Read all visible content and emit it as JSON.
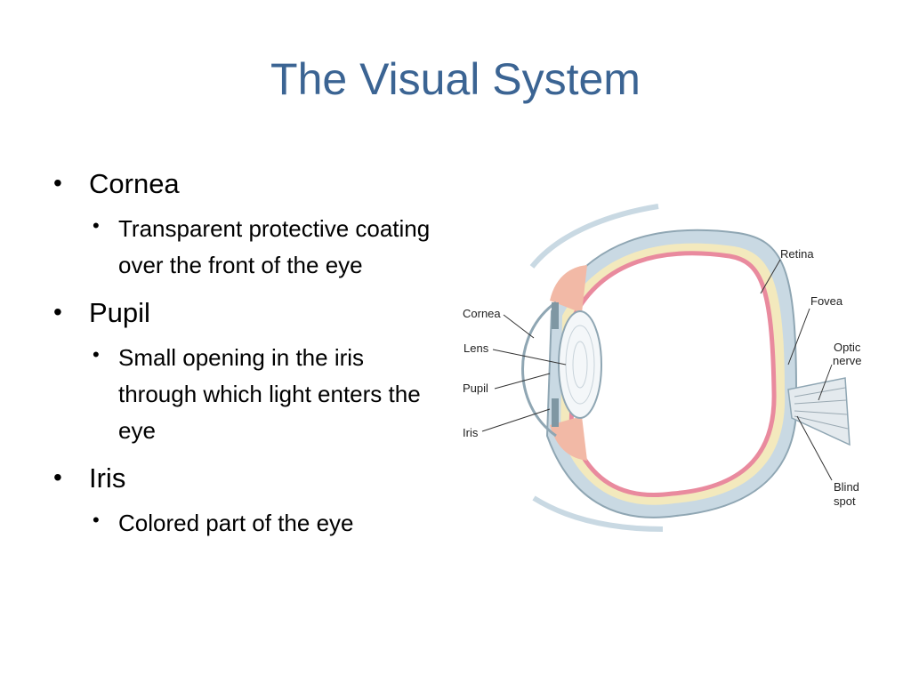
{
  "slide": {
    "title": "The Visual System",
    "bullets": [
      {
        "heading": "Cornea",
        "detail": "Transparent protective coating over the front of the eye"
      },
      {
        "heading": "Pupil",
        "detail": "Small opening in the iris through which light enters the eye"
      },
      {
        "heading": "Iris",
        "detail": "Colored part of the eye"
      }
    ]
  },
  "diagram": {
    "labels": {
      "cornea": "Cornea",
      "lens": "Lens",
      "pupil": "Pupil",
      "iris": "Iris",
      "retina": "Retina",
      "fovea": "Fovea",
      "optic_nerve_line1": "Optic",
      "optic_nerve_line2": "nerve",
      "blind_spot_line1": "Blind",
      "blind_spot_line2": "spot"
    },
    "colors": {
      "sclera": "#c9d9e3",
      "retina": "#e98a9e",
      "choroid": "#f3e9bd",
      "muscle": "#f2b9a6",
      "iris": "#7f97a3",
      "title": "#3b6493"
    }
  }
}
